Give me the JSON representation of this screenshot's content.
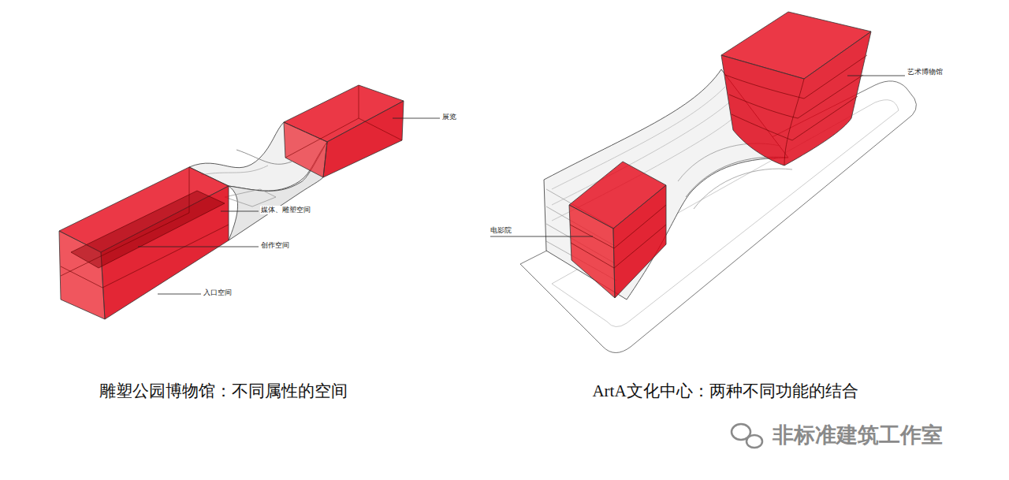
{
  "diagram": {
    "labels": [
      "展览",
      "媒体、雕塑空间",
      "创作空间",
      "入口空间",
      "艺术博物馆",
      "电影院",
      "雕塑公园博物馆：不同属性的空间",
      "ArtA文化中心：两种不同功能的结合",
      "非标准建筑工作室"
    ]
  }
}
